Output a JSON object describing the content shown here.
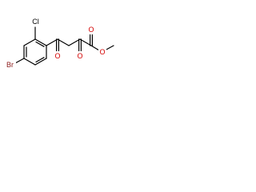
{
  "molecule": {
    "atoms": {
      "cl": "Cl",
      "br": "Br",
      "o_ketone": "O",
      "o_alpha": "O",
      "o_ester_carbonyl": "O",
      "o_ester_single": "O"
    },
    "colors": {
      "bond": "#000000",
      "cl": "#000000",
      "br": "#8b1a1a",
      "o": "#d40000"
    }
  }
}
